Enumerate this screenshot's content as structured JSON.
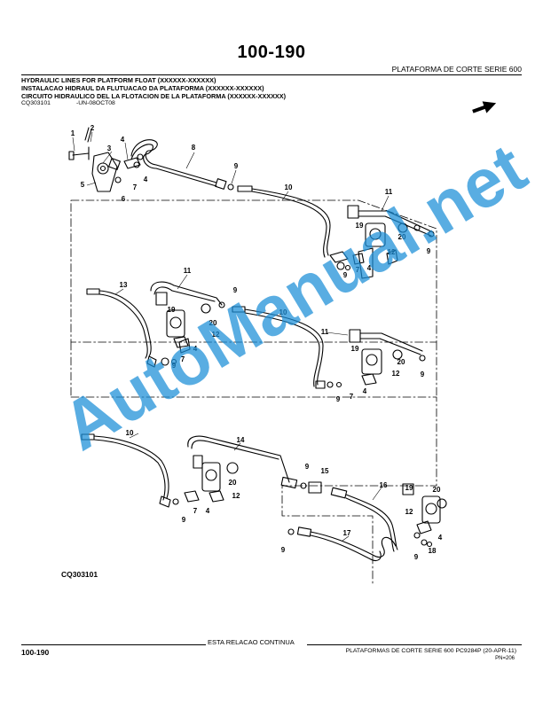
{
  "header": {
    "page_number": "100-190",
    "section": "PLATAFORMA DE CORTE SERIE 600",
    "titles": [
      "HYDRAULIC LINES FOR PLATFORM FLOAT (XXXXXX-XXXXXX)",
      "INSTALACAO HIDRAUL DA FLUTUACAO DA PLATAFORMA (XXXXXX-XXXXXX)",
      "CIRCUITO HIDRAULICO DEL LA FLOTACION DE LA PLATAFORMA (XXXXXX-XXXXXX)"
    ],
    "ref_code": "CQ303101",
    "ref_date": "-UN-08OCT08"
  },
  "diagram": {
    "callouts": [
      "1",
      "2",
      "3",
      "4",
      "5",
      "6",
      "7",
      "4",
      "8",
      "9",
      "10",
      "11",
      "19",
      "20",
      "9",
      "7",
      "4",
      "12",
      "9",
      "13",
      "11",
      "9",
      "19",
      "20",
      "10",
      "12",
      "4",
      "7",
      "9",
      "11",
      "19",
      "20",
      "12",
      "9",
      "7",
      "4",
      "9",
      "10",
      "14",
      "9",
      "15",
      "16",
      "20",
      "19",
      "20",
      "12",
      "9",
      "7",
      "4",
      "12",
      "9",
      "17",
      "4",
      "18",
      "9"
    ],
    "figure_code": "CQ303101",
    "watermark": "AutoManual.net",
    "watermark_color": "#1a8ed8"
  },
  "footer": {
    "continue_text": "ESTA RELACAO CONTINUA",
    "page_number": "100-190",
    "info": "PLATAFORMAS DE CORTE SERIE 600   PC9284P   (20-APR-11)",
    "pn": "PN=206"
  }
}
